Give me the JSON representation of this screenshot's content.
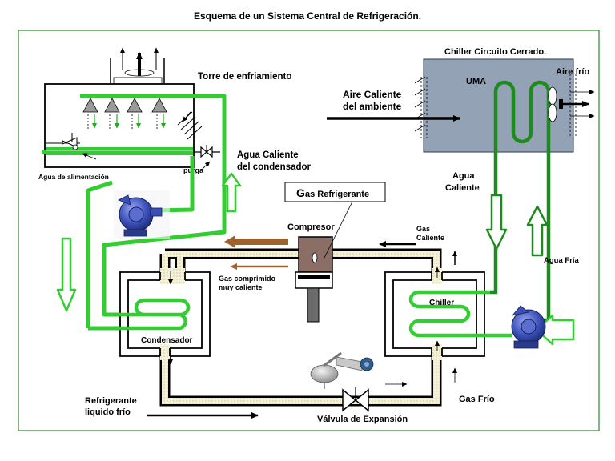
{
  "title": "Esquema de un Sistema Central de Refrigeración.",
  "labels": {
    "cooling_tower": "Torre de enfriamiento",
    "feed_water": "Agua de alimentación",
    "purge": "purga",
    "hot_water_condenser_1": "Agua  Caliente",
    "hot_water_condenser_2": "del condensador",
    "refrigerant_gas_initial": "G",
    "refrigerant_gas_rest": "as Refrigerante",
    "compressor": "Compresor",
    "hot_gas_1": "Gas",
    "hot_gas_2": "Caliente",
    "compressed_gas_1": "Gas comprimido",
    "compressed_gas_2": "muy caliente",
    "condenser": "Condensador",
    "chiller": "Chiller",
    "cold_gas": "Gas Frío",
    "expansion_valve": "Válvula de Expansión",
    "cold_liquid_1": "Refrigerante",
    "cold_liquid_2": "liquido frío",
    "chiller_closed_circuit": "Chiller Circuito Cerrado.",
    "uma": "UMA",
    "cold_air": "Aire frío",
    "ambient_hot_air_1": "Aire Caliente",
    "ambient_hot_air_2": "del ambiente",
    "hot_water_1": "Agua",
    "hot_water_2": "Caliente",
    "cold_water": "Agua Fría"
  },
  "colors": {
    "water_line": "#33cc33",
    "dark_water_line": "#1f8a1f",
    "refrigerant_pipe_fill": "#f2efd0",
    "uma_fill": "#94a2b5",
    "compressor_fill": "#8b6f66",
    "hot_arrow": "#a0622d",
    "frame": "#2a8a2a",
    "pump": "#3a4fb8"
  },
  "icons": [
    "fan-icon",
    "pump-icon",
    "valve-icon",
    "float-valve-icon",
    "compressor-icon",
    "arrow-icon"
  ]
}
